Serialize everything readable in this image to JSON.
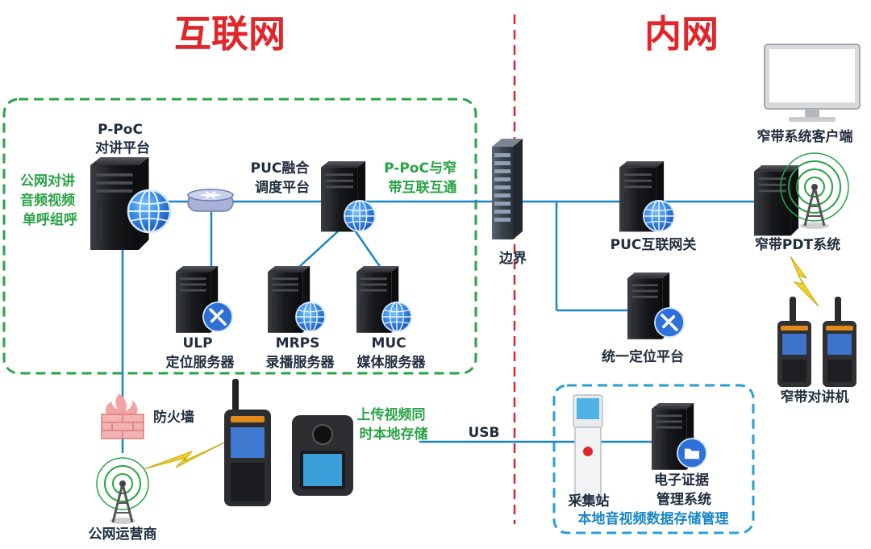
{
  "zones": {
    "internet_title": "互联网",
    "intranet_title": "内网",
    "boundary_label": "边界"
  },
  "nodes": {
    "ppoc_platform": [
      "P-PoC",
      "对讲平台"
    ],
    "public_intercom": [
      "公网对讲",
      "音频视频",
      "单呼组呼"
    ],
    "puc_fusion": [
      "PUC融合",
      "调度平台"
    ],
    "ppoc_narrowband": [
      "P-PoC与窄",
      "带互联互通"
    ],
    "ulp": [
      "ULP",
      "定位服务器"
    ],
    "mrps": [
      "MRPS",
      "录播服务器"
    ],
    "muc": [
      "MUC",
      "媒体服务器"
    ],
    "firewall": "防火墙",
    "public_operator": "公网运营商",
    "upload_video": [
      "上传视频同",
      "时本地存储"
    ],
    "usb": "USB",
    "puc_gateway": "PUC互联网关",
    "unified_location": "统一定位平台",
    "narrowband_client": "窄带系统客户端",
    "narrowband_pdt": "窄带PDT系统",
    "narrowband_radio": "窄带对讲机",
    "collection_station": "采集站",
    "evidence_system": [
      "电子证据",
      "管理系统"
    ],
    "local_storage": "本地音视频数据存储管理"
  },
  "colors": {
    "title_red": "#e0262b",
    "green": "#2aa346",
    "blue_line": "#1a86c8",
    "text": "#1f2d3d"
  }
}
